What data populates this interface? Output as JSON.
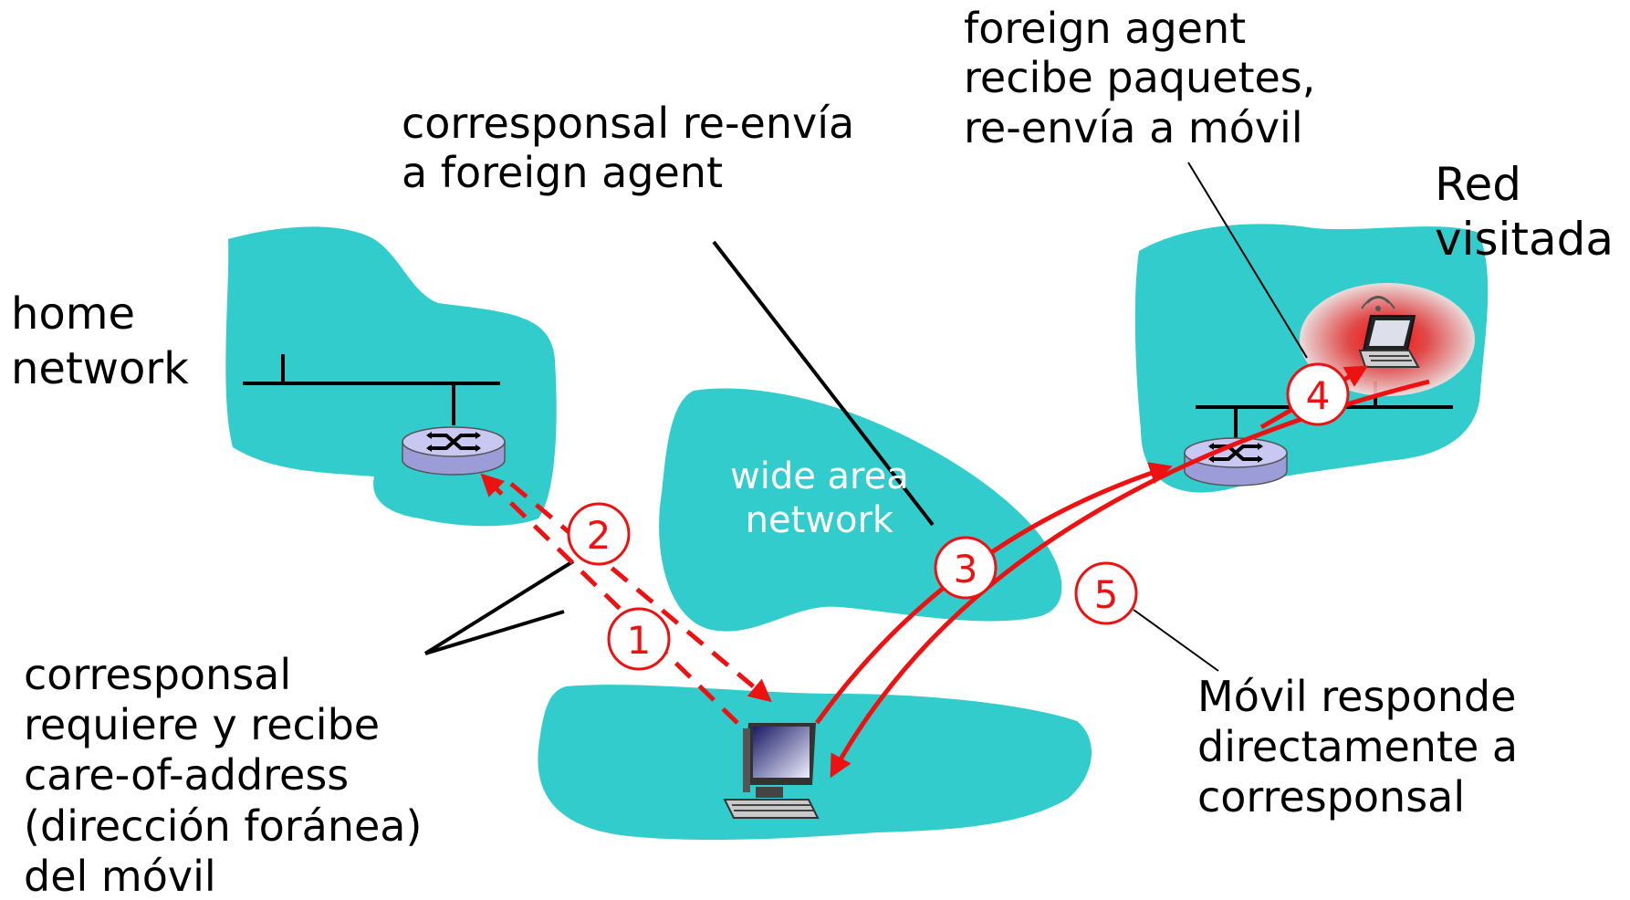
{
  "colors": {
    "network_fill": "#33cccc",
    "arrow_red": "#ee1111",
    "router_body": "#b9b9ee",
    "router_top": "#d4d4f5",
    "text": "#000000",
    "wan_text": "#ffffff"
  },
  "labels": {
    "home_network": [
      "home",
      "network"
    ],
    "wide_area_network": [
      "wide area",
      "network"
    ],
    "visited_network": [
      "Red",
      "visitada"
    ],
    "corresponsal_reenvia": [
      "corresponsal re-envía",
      "a foreign agent"
    ],
    "foreign_agent": [
      "foreign agent",
      "recibe paquetes,",
      "re-envía a móvil"
    ],
    "corresponsal_requiere": [
      "corresponsal",
      "requiere y recibe",
      "care-of-address",
      "(dirección foránea)",
      "del móvil"
    ],
    "movil_responde": [
      "Móvil responde",
      "directamente a",
      "corresponsal"
    ]
  },
  "steps": [
    "1",
    "2",
    "3",
    "4",
    "5"
  ],
  "icons": {
    "home_router": "router-icon",
    "visited_router": "router-icon",
    "correspondent": "desktop-computer-icon",
    "mobile": "laptop-wireless-icon"
  }
}
